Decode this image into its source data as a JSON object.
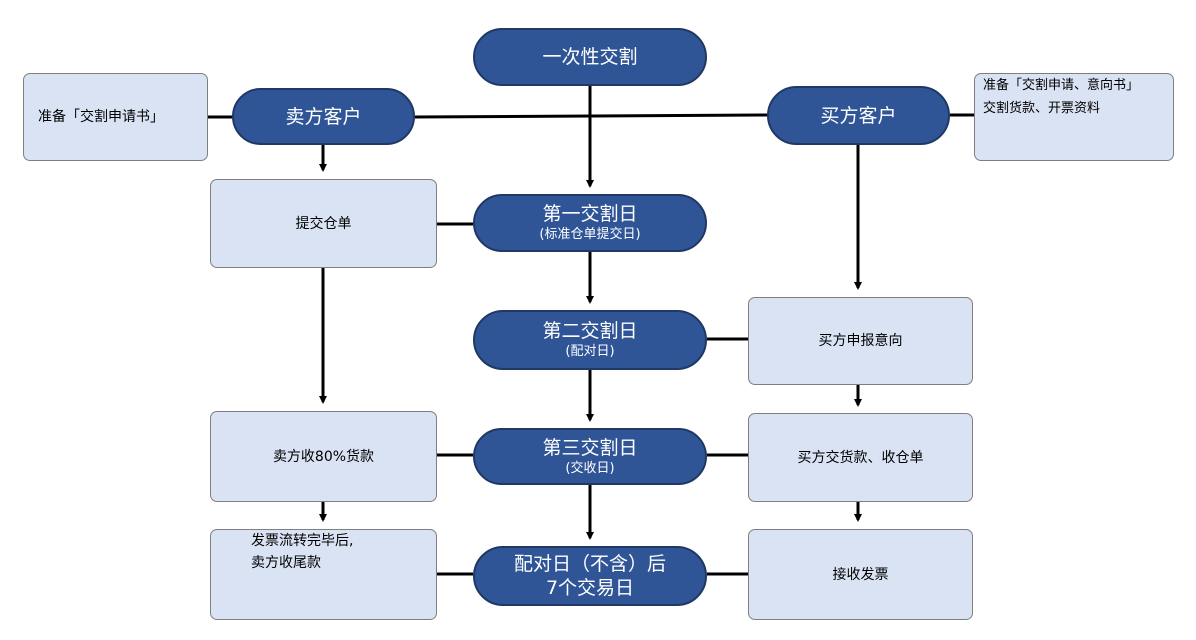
{
  "colors": {
    "pill_fill": "#2f5597",
    "box_fill": "#dae3f3",
    "line": "#000000"
  },
  "center": {
    "top": "一次性交割",
    "day1": {
      "title": "第一交割日",
      "sub": "(标准仓单提交日)"
    },
    "day2": {
      "title": "第二交割日",
      "sub": "(配对日)"
    },
    "day3": {
      "title": "第三交割日",
      "sub": "(交收日)"
    },
    "final": {
      "line1": "配对日（不含）后",
      "line2": "7个交易日"
    }
  },
  "seller": {
    "title": "卖方客户",
    "prepare": "准备「交割申请书」",
    "step1": "提交仓单",
    "step2": "卖方收80%货款",
    "step3_line1": "发票流转完毕后,",
    "step3_line2": "卖方收尾款"
  },
  "buyer": {
    "title": "买方客户",
    "prepare_line1": "准备「交割申请、意向书」",
    "prepare_line2": "交割货款、开票资料",
    "step1": "买方申报意向",
    "step2": "买方交货款、收仓单",
    "step3": "接收发票"
  }
}
